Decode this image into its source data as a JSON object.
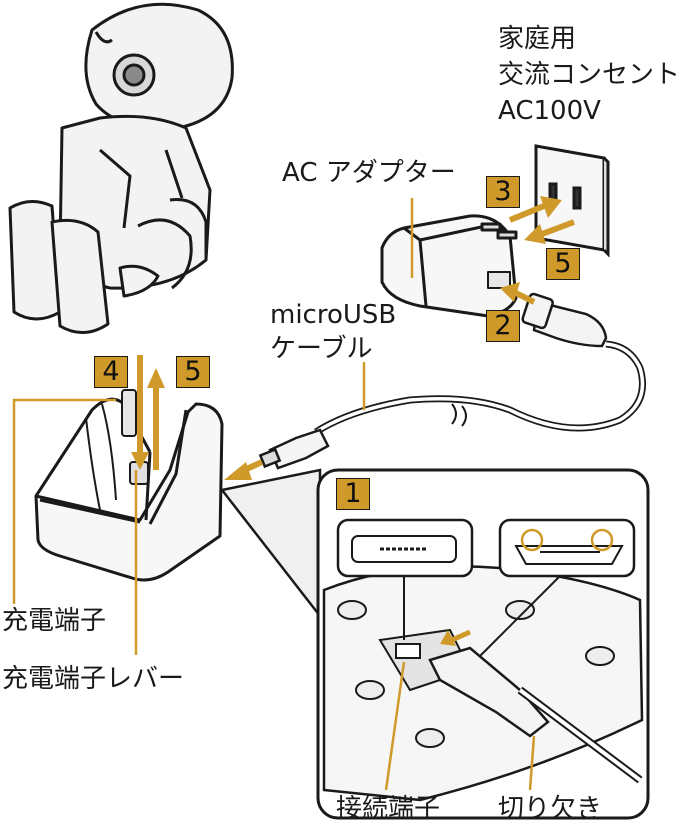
{
  "labels": {
    "outlet": [
      "家庭用",
      "交流コンセント",
      "AC100V"
    ],
    "ac_adapter": "AC アダプター",
    "cable": [
      "microUSB",
      "ケーブル"
    ],
    "charge_terminal": "充電端子",
    "charge_lever": "充電端子レバー",
    "connect_terminal": "接続端子",
    "notch": "切り欠き"
  },
  "steps": {
    "s1": "1",
    "s2": "2",
    "s3": "3",
    "s4": "4",
    "s5_top": "5",
    "s5_right": "5"
  },
  "colors": {
    "accent": "#cf9a2a",
    "line": "#1a1a1a",
    "fill_light": "#f4f4f4"
  }
}
